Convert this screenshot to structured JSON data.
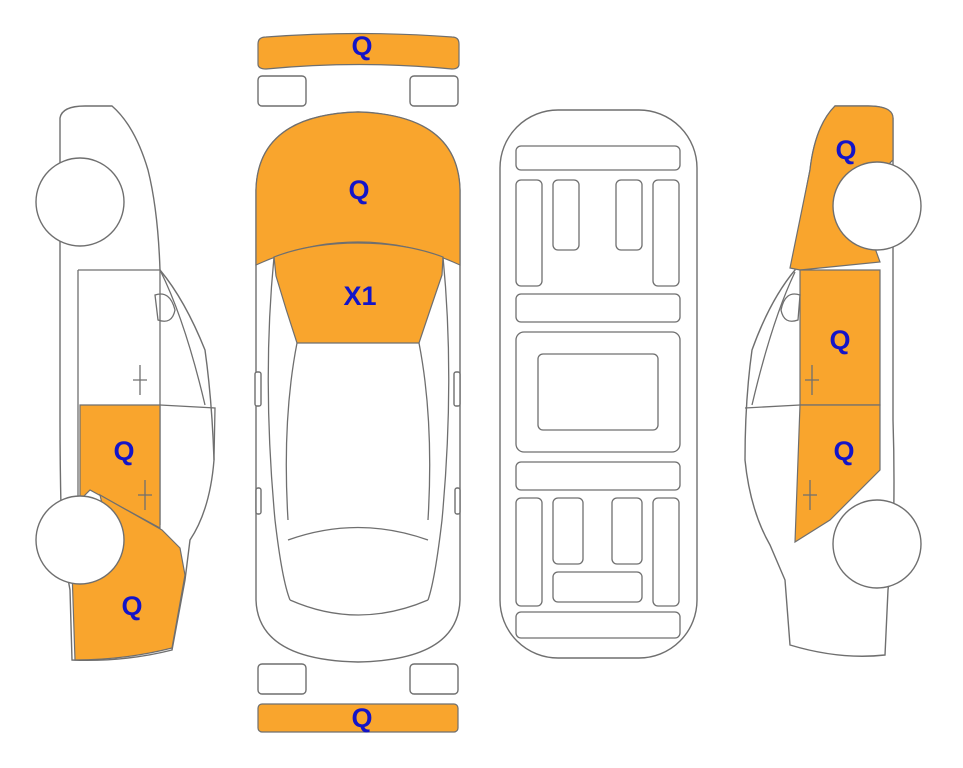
{
  "colors": {
    "marked_fill": "#F9A52D",
    "code_text": "#1414C8",
    "outline": "#6F6F6F"
  },
  "marks": {
    "front_bumper": "Q",
    "hood": "Q",
    "windshield": "X1",
    "rear_bumper": "Q",
    "left_rear_door": "Q",
    "left_rear_quarter": "Q",
    "right_front_fender": "Q",
    "right_front_door": "Q",
    "right_rear_door": "Q"
  }
}
